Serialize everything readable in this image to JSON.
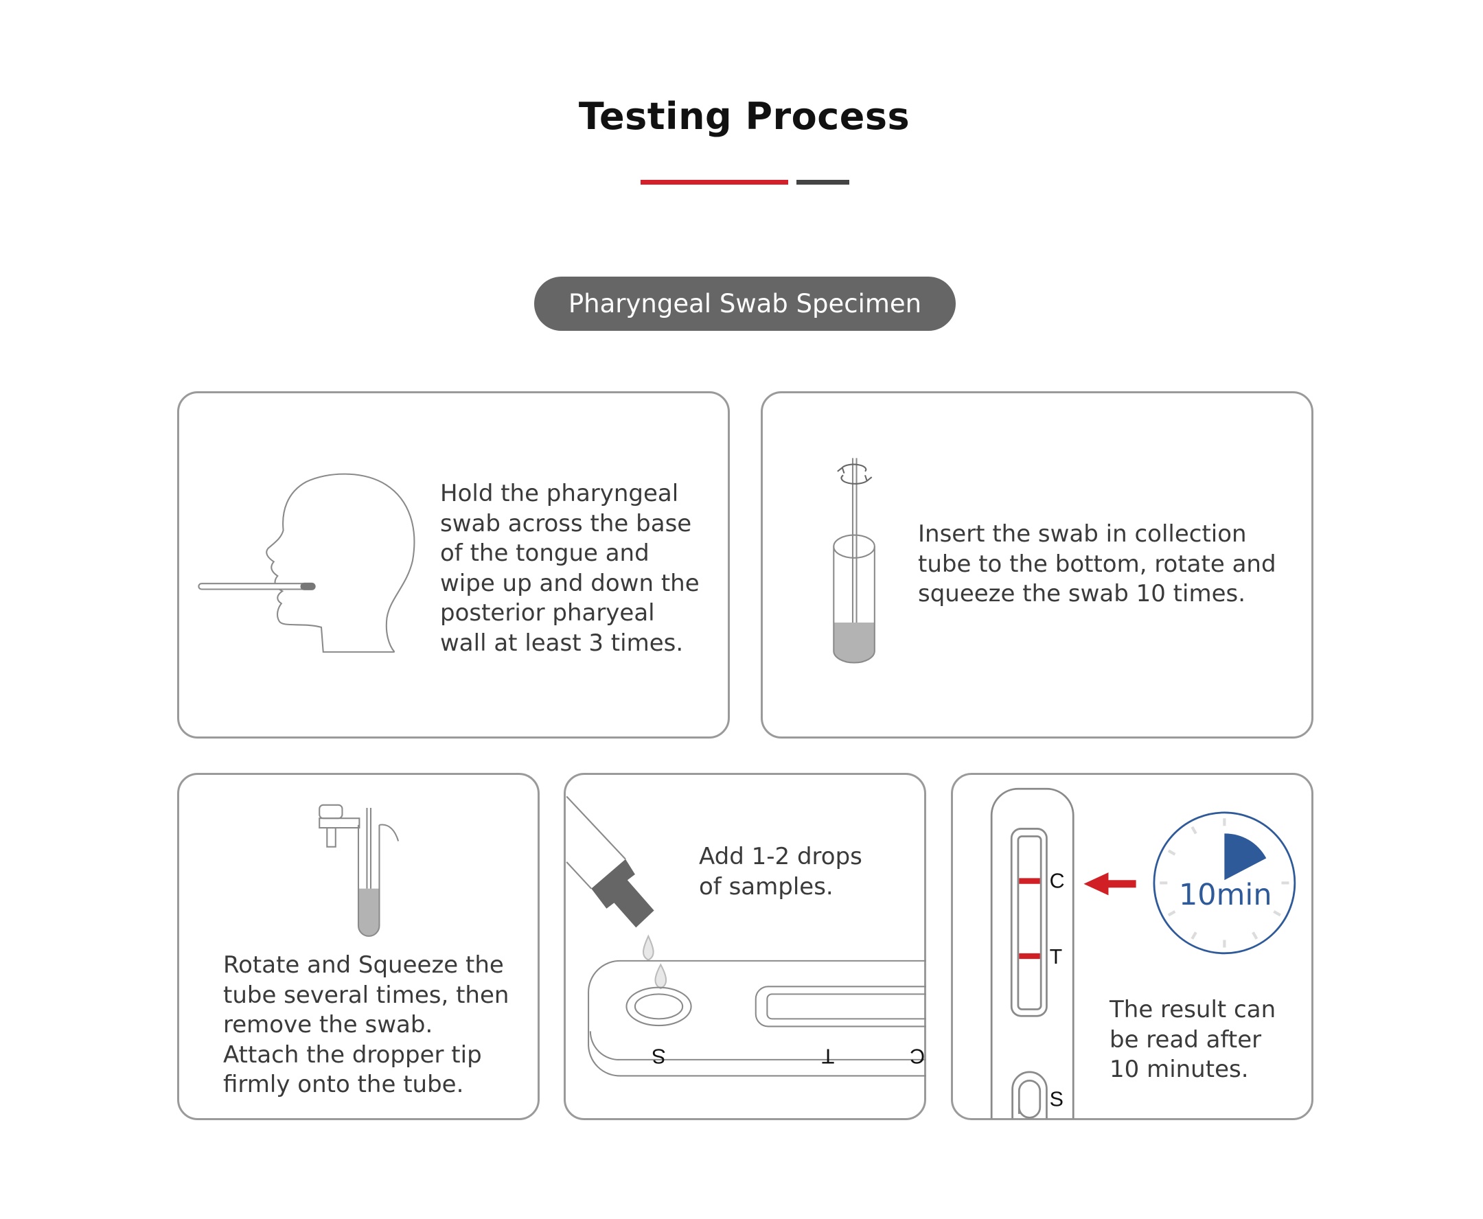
{
  "header": {
    "title": "Testing Process",
    "accent_color": "#d4202a",
    "secondary_color": "#444444"
  },
  "section": {
    "label": "Pharyngeal Swab Specimen"
  },
  "steps": [
    {
      "text": "Hold the pharyngeal\nswab across the base\nof the tongue and\nwipe up and down the\nposterior pharyeal\nwall at least 3 times.",
      "icon": "head-swab-illustration"
    },
    {
      "text": "Insert the swab in collection\ntube to the bottom, rotate and\nsqueeze the swab 10 times.",
      "icon": "swab-in-tube-illustration"
    },
    {
      "text": "Rotate and Squeeze the\ntube several times, then\nremove the swab.\nAttach the dropper tip\nfirmly onto the tube.",
      "icon": "dropper-tube-illustration"
    },
    {
      "text": "Add 1-2 drops\nof samples.",
      "icon": "dropper-cassette-illustration"
    },
    {
      "text": "The result can\nbe read after\n10 minutes.",
      "icon": "cassette-result-illustration"
    }
  ],
  "cassette_labels": {
    "s": "S",
    "t": "T",
    "c": "C"
  },
  "timer": {
    "label": "10min",
    "color": "#2f5a9a"
  },
  "result_line_color": "#d01f25"
}
